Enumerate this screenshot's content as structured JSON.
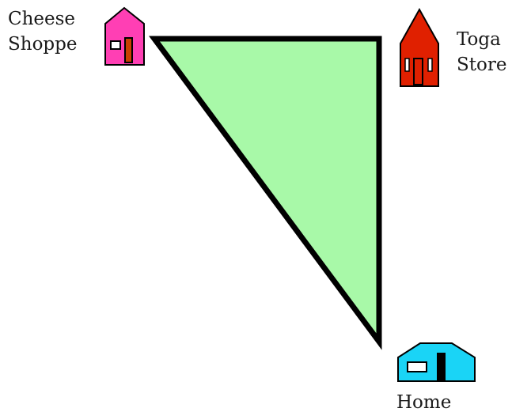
{
  "locations": {
    "cheese_shoppe": {
      "line1": "Cheese",
      "line2": "Shoppe"
    },
    "toga_store": {
      "line1": "Toga",
      "line2": "Store"
    },
    "home": {
      "label": "Home"
    }
  },
  "colors": {
    "triangle_fill": "#a8f9a8",
    "triangle_stroke": "#000000",
    "cheese_shoppe_house": "#ff3fb4",
    "toga_store_house": "#e02000",
    "home_house": "#1ad4f6"
  }
}
